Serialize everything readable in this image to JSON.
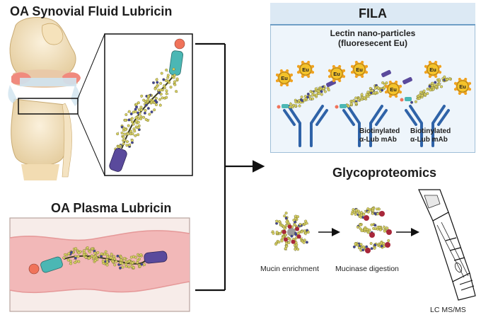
{
  "synovial": {
    "title": "OA Synovial Fluid Lubricin"
  },
  "plasma": {
    "title": "OA Plasma Lubricin"
  },
  "fila": {
    "title": "FILA",
    "subtitle_line1": "Lectin nano-particles",
    "subtitle_line2": "(fluoresecent Eu)",
    "eu_label": "Eu",
    "mab_line1": "Biotinylated",
    "mab_line2": "α-Lub mAb"
  },
  "glyco": {
    "title": "Glycoproteomics",
    "step1": "Mucin enrichment",
    "step2": "Mucinase digestion",
    "step3": "LC MS/MS"
  },
  "colors": {
    "teal": "#4bb7b4",
    "orange": "#f0735a",
    "purple": "#5a4a9c",
    "antibody": "#2f63a8",
    "glycan_yellow": "#d6cf63",
    "lectin_orange": "#f0a21f",
    "plasma_pink": "#f2b8b8"
  }
}
